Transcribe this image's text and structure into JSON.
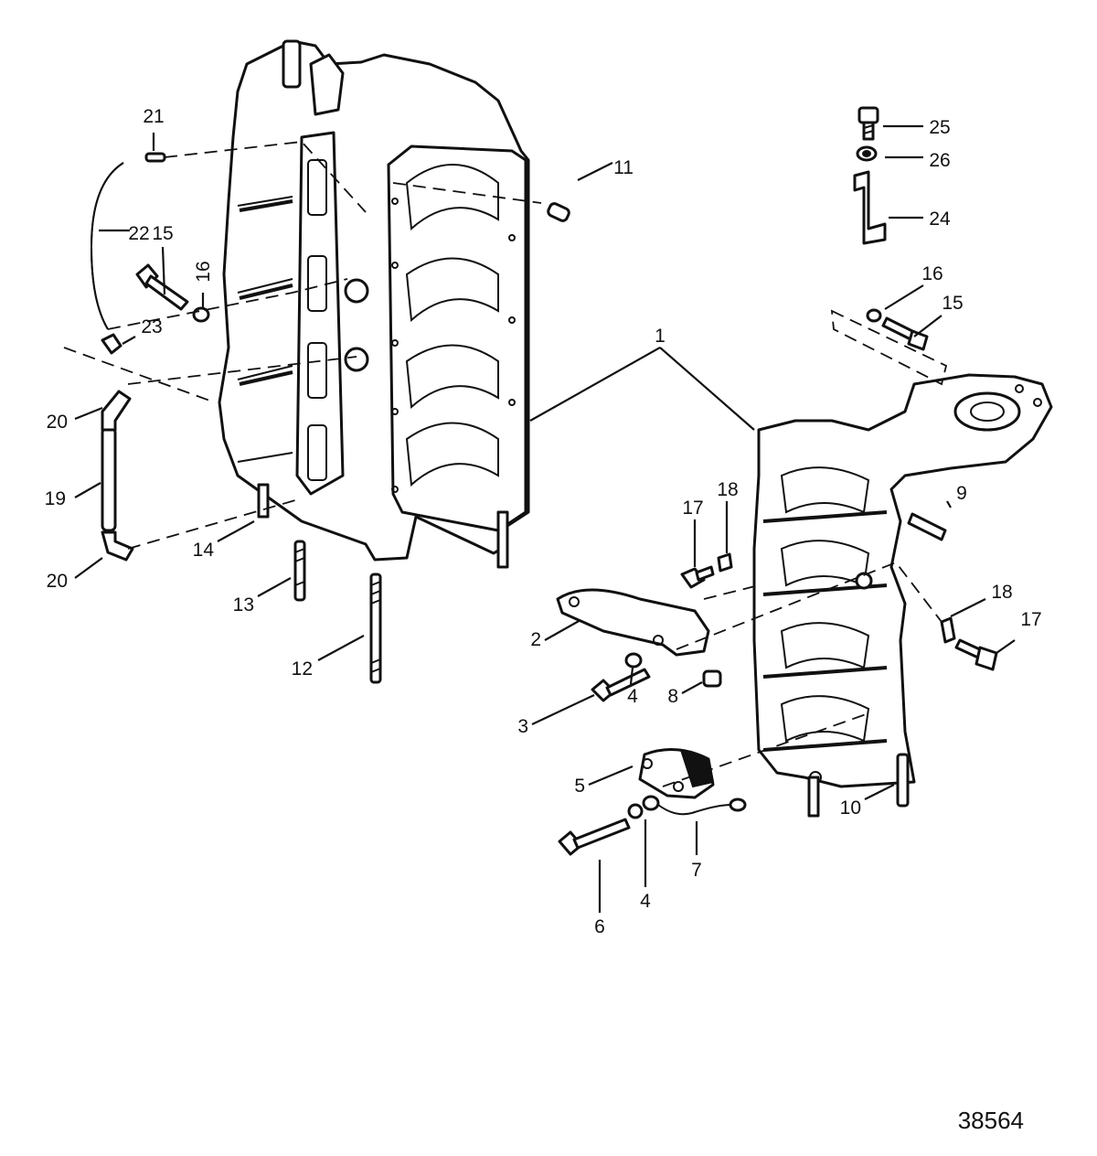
{
  "diagram": {
    "figure_number": "38564",
    "callouts": {
      "c1": "1",
      "c2": "2",
      "c3": "3",
      "c4a": "4",
      "c4b": "4",
      "c5": "5",
      "c6": "6",
      "c7": "7",
      "c8": "8",
      "c9": "9",
      "c10": "10",
      "c11": "11",
      "c12": "12",
      "c13": "13",
      "c14": "14",
      "c15a": "15",
      "c15b": "15",
      "c16a": "16",
      "c16b": "16",
      "c17a": "17",
      "c17b": "17",
      "c18a": "18",
      "c18b": "18",
      "c19": "19",
      "c20a": "20",
      "c20b": "20",
      "c21": "21",
      "c22": "22",
      "c23": "23",
      "c24": "24",
      "c25": "25",
      "c26": "26"
    }
  }
}
